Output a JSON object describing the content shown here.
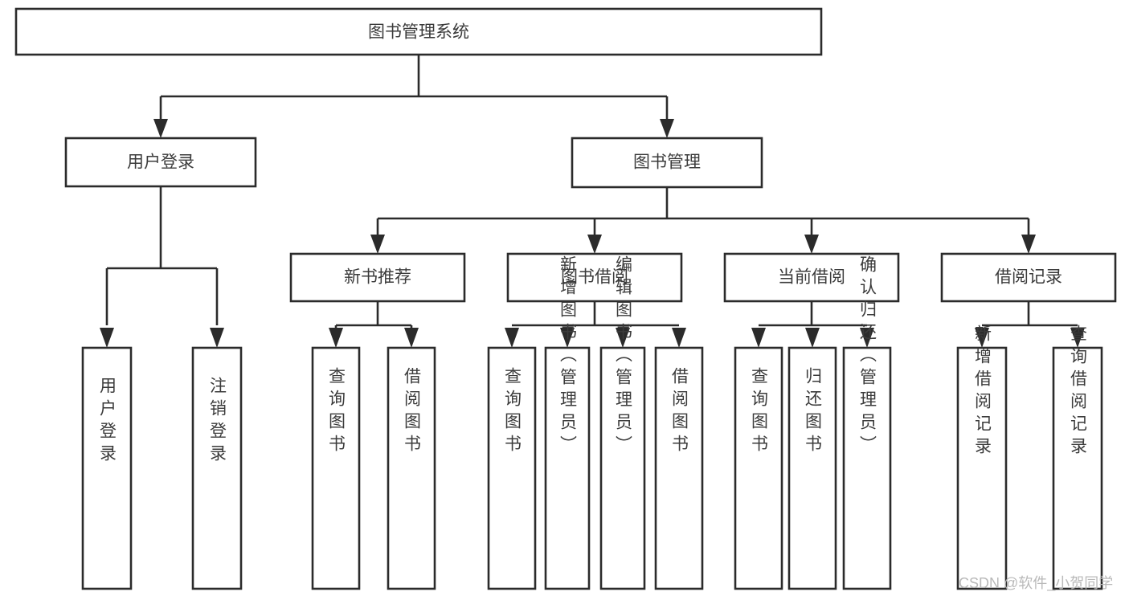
{
  "diagram": {
    "title": "图书管理系统",
    "type": "tree",
    "background_color": "#ffffff",
    "line_color": "#2b2b2b",
    "text_color": "#3b3b3b",
    "box_fill": "#ffffff",
    "levels": {
      "level1": [
        {
          "id": "root",
          "label": "图书管理系统",
          "orientation": "horizontal"
        }
      ],
      "level2": [
        {
          "id": "user-login",
          "label": "用户登录",
          "orientation": "horizontal"
        },
        {
          "id": "book-manage",
          "label": "图书管理",
          "orientation": "horizontal"
        }
      ],
      "level3": [
        {
          "id": "new-book-recommend",
          "label": "新书推荐",
          "orientation": "horizontal",
          "parent": "book-manage"
        },
        {
          "id": "book-borrow",
          "label": "图书借阅",
          "orientation": "horizontal",
          "parent": "book-manage"
        },
        {
          "id": "current-borrow",
          "label": "当前借阅",
          "orientation": "horizontal",
          "parent": "book-manage"
        },
        {
          "id": "borrow-record",
          "label": "借阅记录",
          "orientation": "horizontal",
          "parent": "book-manage"
        }
      ],
      "level4": [
        {
          "id": "leaf-user-login",
          "label": "用户登录",
          "orientation": "vertical",
          "parent": "user-login"
        },
        {
          "id": "leaf-logout-login",
          "label": "注销登录",
          "orientation": "vertical",
          "parent": "user-login"
        },
        {
          "id": "leaf-query-book-1",
          "label": "查询图书",
          "orientation": "vertical",
          "parent": "new-book-recommend"
        },
        {
          "id": "leaf-borrow-book-1",
          "label": "借阅图书",
          "orientation": "vertical",
          "parent": "new-book-recommend"
        },
        {
          "id": "leaf-query-book-2",
          "label": "查询图书",
          "orientation": "vertical",
          "parent": "book-borrow"
        },
        {
          "id": "leaf-add-book",
          "label": "新增图书（管理员）",
          "orientation": "vertical",
          "parent": "book-borrow"
        },
        {
          "id": "leaf-edit-book",
          "label": "编辑图书（管理员）",
          "orientation": "vertical",
          "parent": "book-borrow"
        },
        {
          "id": "leaf-borrow-book-2",
          "label": "借阅图书",
          "orientation": "vertical",
          "parent": "book-borrow"
        },
        {
          "id": "leaf-query-book-3",
          "label": "查询图书",
          "orientation": "vertical",
          "parent": "current-borrow"
        },
        {
          "id": "leaf-return-book",
          "label": "归还图书",
          "orientation": "vertical",
          "parent": "current-borrow"
        },
        {
          "id": "leaf-confirm-return",
          "label": "确认归还（管理员）",
          "orientation": "vertical",
          "parent": "current-borrow"
        },
        {
          "id": "leaf-add-record",
          "label": "新增借阅记录",
          "orientation": "vertical",
          "parent": "borrow-record"
        },
        {
          "id": "leaf-query-record",
          "label": "查询借阅记录",
          "orientation": "vertical",
          "parent": "borrow-record"
        }
      ]
    }
  },
  "watermark": {
    "text": "CSDN @软件_小贺同学"
  }
}
